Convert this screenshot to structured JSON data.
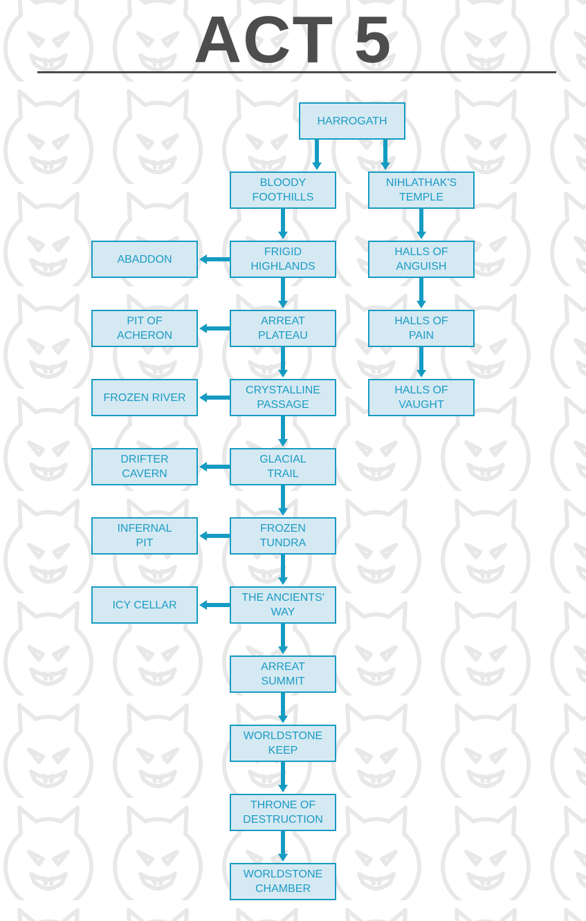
{
  "title": "ACT 5",
  "colors": {
    "node_fill": "#d5e9f3",
    "node_border": "#159bc2",
    "node_text": "#1b9bc4",
    "connector": "#159bc2",
    "title": "#4d4d4d",
    "watermark": "#e6e6e6"
  },
  "background_icon": "devil-face-icon",
  "nodes": [
    {
      "id": "harrogath",
      "label": "HARROGATH"
    },
    {
      "id": "bloody-foothills",
      "label": "BLOODY\nFOOTHILLS"
    },
    {
      "id": "nihlathaks-temple",
      "label": "NIHLATHAK'S\nTEMPLE"
    },
    {
      "id": "frigid-highlands",
      "label": "FRIGID\nHIGHLANDS"
    },
    {
      "id": "abaddon",
      "label": "ABADDON"
    },
    {
      "id": "halls-of-anguish",
      "label": "HALLS OF\nANGUISH"
    },
    {
      "id": "arreat-plateau",
      "label": "ARREAT\nPLATEAU"
    },
    {
      "id": "pit-of-acheron",
      "label": "PIT OF\nACHERON"
    },
    {
      "id": "halls-of-pain",
      "label": "HALLS OF\nPAIN"
    },
    {
      "id": "crystalline-passage",
      "label": "CRYSTALLINE\nPASSAGE"
    },
    {
      "id": "frozen-river",
      "label": "FROZEN RIVER"
    },
    {
      "id": "halls-of-vaught",
      "label": "HALLS OF\nVAUGHT"
    },
    {
      "id": "glacial-trail",
      "label": "GLACIAL\nTRAIL"
    },
    {
      "id": "drifter-cavern",
      "label": "DRIFTER\nCAVERN"
    },
    {
      "id": "frozen-tundra",
      "label": "FROZEN\nTUNDRA"
    },
    {
      "id": "infernal-pit",
      "label": "INFERNAL\nPIT"
    },
    {
      "id": "the-ancients-way",
      "label": "THE ANCIENTS'\nWAY"
    },
    {
      "id": "icy-cellar",
      "label": "ICY CELLAR"
    },
    {
      "id": "arreat-summit",
      "label": "ARREAT\nSUMMIT"
    },
    {
      "id": "worldstone-keep",
      "label": "WORLDSTONE\nKEEP"
    },
    {
      "id": "throne-of-destruction",
      "label": "THRONE OF\nDESTRUCTION"
    },
    {
      "id": "worldstone-chamber",
      "label": "WORLDSTONE\nCHAMBER"
    }
  ],
  "edges": [
    {
      "from": "harrogath",
      "to": "bloody-foothills"
    },
    {
      "from": "harrogath",
      "to": "nihlathaks-temple"
    },
    {
      "from": "bloody-foothills",
      "to": "frigid-highlands"
    },
    {
      "from": "frigid-highlands",
      "to": "abaddon"
    },
    {
      "from": "frigid-highlands",
      "to": "arreat-plateau"
    },
    {
      "from": "arreat-plateau",
      "to": "pit-of-acheron"
    },
    {
      "from": "arreat-plateau",
      "to": "crystalline-passage"
    },
    {
      "from": "crystalline-passage",
      "to": "frozen-river"
    },
    {
      "from": "crystalline-passage",
      "to": "glacial-trail"
    },
    {
      "from": "glacial-trail",
      "to": "drifter-cavern"
    },
    {
      "from": "glacial-trail",
      "to": "frozen-tundra"
    },
    {
      "from": "frozen-tundra",
      "to": "infernal-pit"
    },
    {
      "from": "frozen-tundra",
      "to": "the-ancients-way"
    },
    {
      "from": "the-ancients-way",
      "to": "icy-cellar"
    },
    {
      "from": "the-ancients-way",
      "to": "arreat-summit"
    },
    {
      "from": "arreat-summit",
      "to": "worldstone-keep"
    },
    {
      "from": "worldstone-keep",
      "to": "throne-of-destruction"
    },
    {
      "from": "throne-of-destruction",
      "to": "worldstone-chamber"
    },
    {
      "from": "nihlathaks-temple",
      "to": "halls-of-anguish"
    },
    {
      "from": "halls-of-anguish",
      "to": "halls-of-pain"
    },
    {
      "from": "halls-of-pain",
      "to": "halls-of-vaught"
    }
  ]
}
